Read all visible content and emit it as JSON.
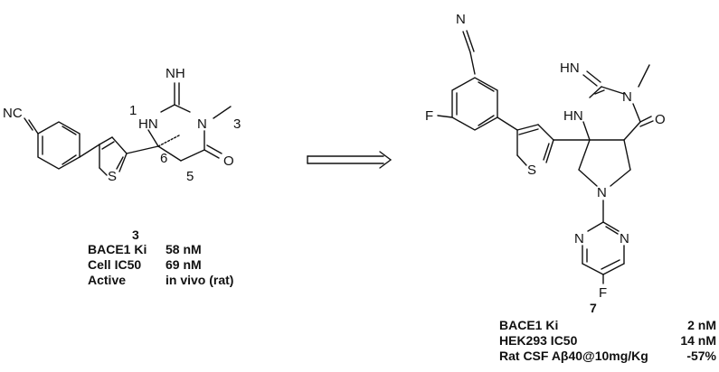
{
  "compound3": {
    "id": "3",
    "atom_labels": {
      "nc": "NC",
      "s": "S",
      "nh": "HN",
      "n": "N",
      "imine": "NH",
      "o": "O",
      "pos1": "1",
      "pos3": "3",
      "pos5": "5",
      "pos6": "6"
    },
    "properties": [
      {
        "label": "BACE1 Ki",
        "value": "58 nM"
      },
      {
        "label": "Cell IC50",
        "value": "69 nM"
      },
      {
        "label": "Active",
        "value": "in vivo (rat)"
      }
    ]
  },
  "compound7": {
    "id": "7",
    "atom_labels": {
      "n_nitrile": "N",
      "f_aryl": "F",
      "imine": "HN",
      "n_methyl": "N",
      "nh": "HN",
      "o": "O",
      "s": "S",
      "n_pyrrolidine": "N",
      "n_pym_left": "N",
      "n_pym_right": "N",
      "f_pym": "F"
    },
    "properties": [
      {
        "label": "BACE1 Ki",
        "value": "2 nM"
      },
      {
        "label": "HEK293 IC50",
        "value": "14 nM"
      },
      {
        "label": "Rat CSF Aβ40@10mg/Kg",
        "value": "-57%"
      }
    ]
  }
}
